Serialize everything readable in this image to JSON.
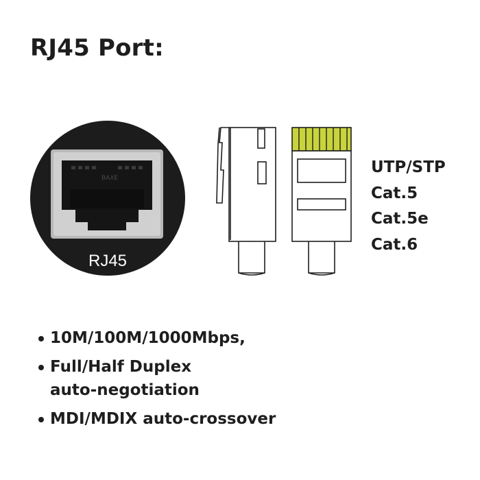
{
  "title": "RJ45 Port:",
  "port_label": "RJ45",
  "cable_types": [
    "UTP/STP",
    "Cat.5",
    "Cat.5e",
    "Cat.6"
  ],
  "features": [
    {
      "lines": [
        "10M/100M/1000Mbps,"
      ]
    },
    {
      "lines": [
        "Full/Half Duplex",
        "auto-negotiation"
      ]
    },
    {
      "lines": [
        "MDI/MDIX auto-crossover"
      ]
    }
  ],
  "colors": {
    "text": "#1e1e1e",
    "housing": "#1c1c1c",
    "port_frame": "#b8b8b8",
    "contacts": "#c9d43c"
  }
}
